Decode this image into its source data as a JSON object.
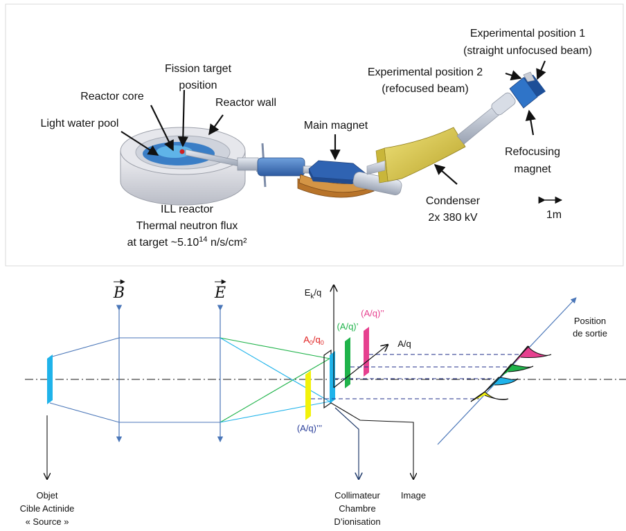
{
  "top_panel": {
    "labels": {
      "exp_pos1_l1": "Experimental position 1",
      "exp_pos1_l2": "(straight unfocused beam)",
      "exp_pos2_l1": "Experimental position 2",
      "exp_pos2_l2": "(refocused beam)",
      "fission_l1": "Fission target",
      "fission_l2": "position",
      "reactor_core": "Reactor core",
      "reactor_wall": "Reactor wall",
      "light_water_pool": "Light water pool",
      "main_magnet": "Main magnet",
      "refocusing_l1": "Refocusing",
      "refocusing_l2": "magnet",
      "condenser_l1": "Condenser",
      "condenser_l2": "2x 380 kV",
      "scale": "1m",
      "ill_l1": "ILL reactor",
      "ill_l2": "Thermal neutron flux",
      "ill_l3_a": "at target ~5.10",
      "ill_l3_sup": "14",
      "ill_l3_b": " n/s/cm²"
    }
  },
  "bottom_panel": {
    "labels": {
      "b_field": "B",
      "e_field": "E",
      "ek_axis": "Ek/q",
      "ek_axis_main": "E",
      "ek_axis_sub": "k",
      "ek_axis_tail": "/q",
      "aq_axis": "A/q",
      "aq_triple_prime": "(A/q)’’’",
      "a0q0_main": "A",
      "a0q0_sub1": "0",
      "a0q0_mid": "/q",
      "a0q0_sub2": "0",
      "aq_prime": "(A/q)’",
      "aq_double_prime": "(A/q)’’",
      "position_l1": "Position",
      "position_l2": "de sortie",
      "objet_l1": "Objet",
      "objet_l2": "Cible Actinide",
      "objet_l3": "« Source »",
      "collimateur_l1": "Collimateur",
      "collimateur_l2": "Chambre",
      "collimateur_l3": "D’ionisation",
      "image": "Image"
    },
    "colors": {
      "axis_blue": "#4a76b8",
      "source_cyan": "#1fb3ea",
      "yellow_plate": "#f2f20a",
      "green_plate": "#1fb34a",
      "pink_plate": "#e6408f",
      "red_label": "#e02020",
      "green_label": "#1fb34a",
      "pink_label": "#e6408f",
      "blue_label": "#2b3f9a",
      "dash_navy": "#1f2d8a"
    }
  }
}
